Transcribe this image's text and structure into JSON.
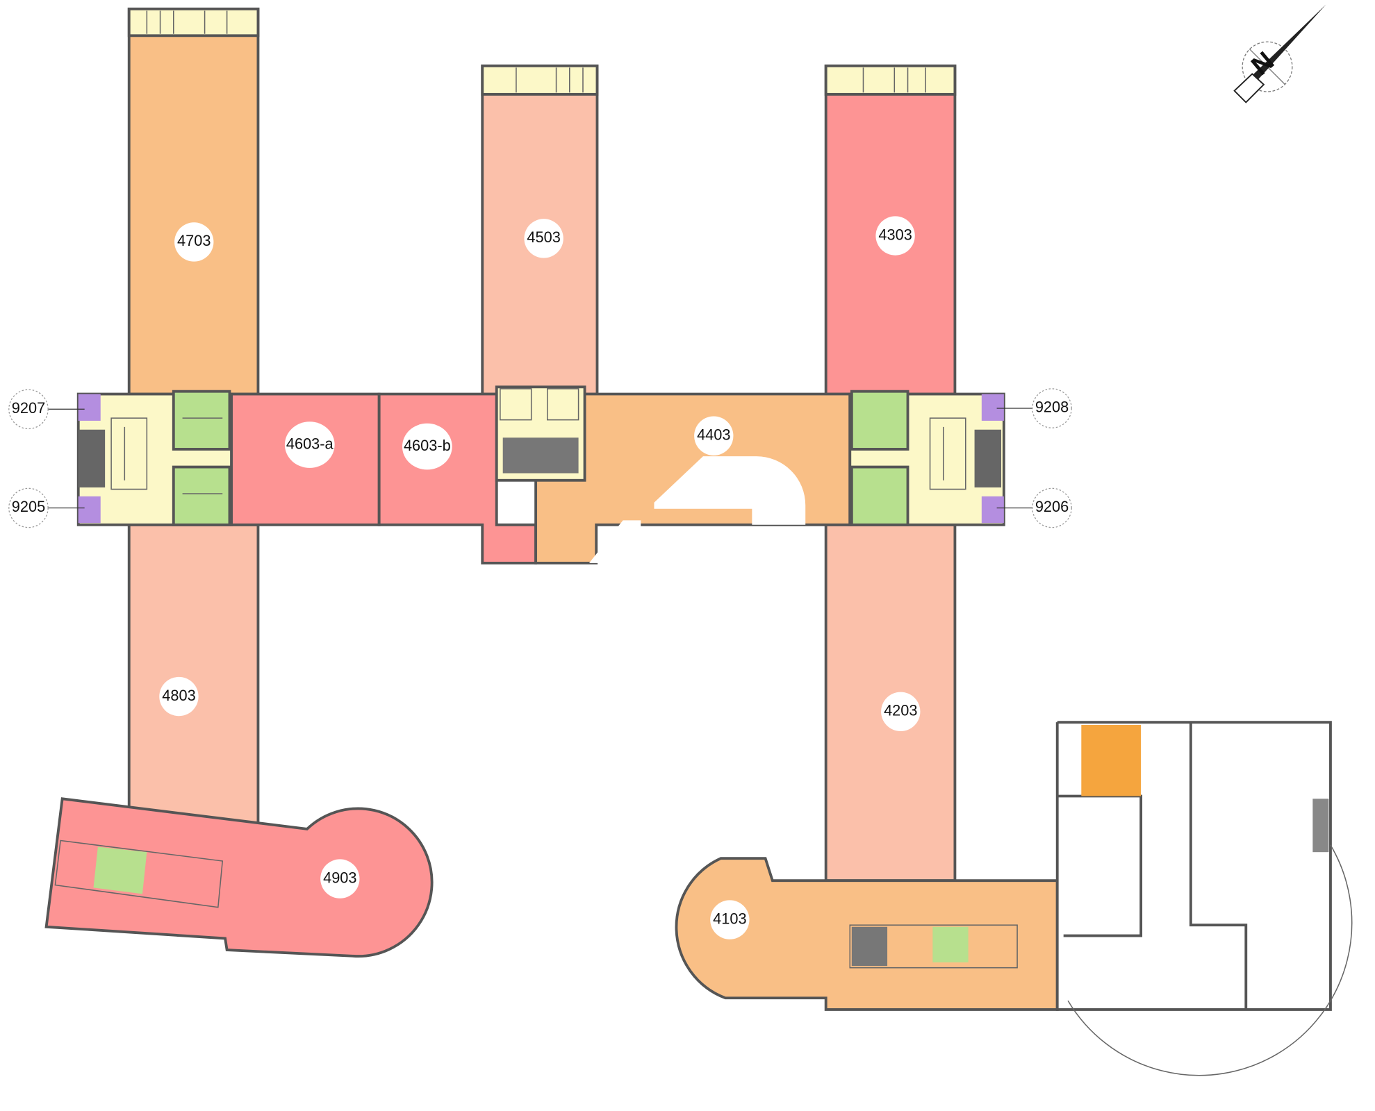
{
  "floor_plan": {
    "colors": {
      "orange": "#f9bf86",
      "salmon": "#fbc0aa",
      "red": "#fd9494",
      "core_yellow": "#fcf8c8",
      "wc_green": "#b7e08e",
      "stair_purple": "#b48ee0",
      "stair_orange": "#f5a53e",
      "wall": "#555555"
    },
    "rooms": {
      "r4703": "4703",
      "r4503": "4503",
      "r4303": "4303",
      "r4603a": "4603-a",
      "r4603b": "4603-b",
      "r4403": "4403",
      "r4803": "4803",
      "r4203": "4203",
      "r4903": "4903",
      "r4103": "4103"
    },
    "stairs": {
      "s9207": "9207",
      "s9205": "9205",
      "s9208": "9208",
      "s9206": "9206"
    },
    "compass": {
      "label": "N"
    }
  }
}
